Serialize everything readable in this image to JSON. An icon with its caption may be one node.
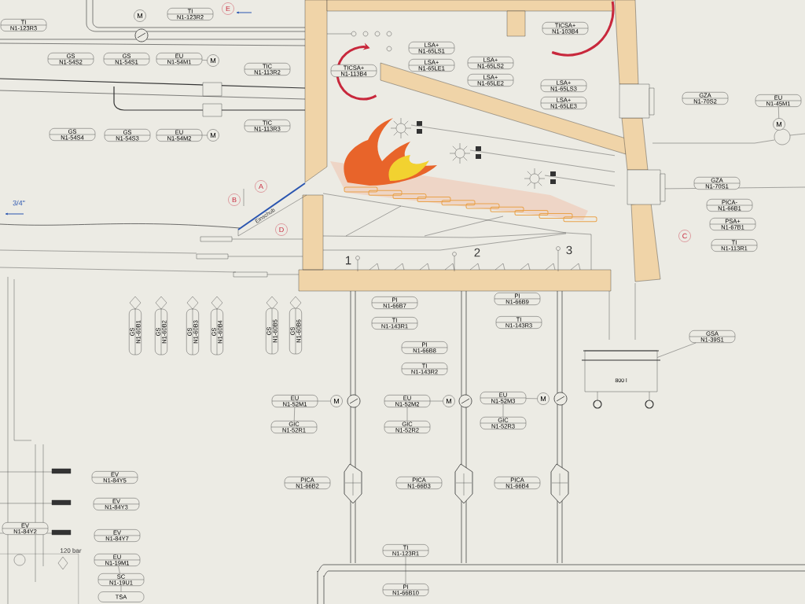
{
  "diagram": {
    "nodes": [
      {
        "text": [
          "TI",
          "N1-123R3"
        ]
      },
      {
        "text": [
          "M"
        ]
      },
      {
        "text": [
          "TI",
          "N1-123R2"
        ]
      },
      {
        "text": [
          "E"
        ]
      },
      {
        "text": [
          "TICSA+",
          "N1-103B4"
        ]
      },
      {
        "text": [
          "LSA+",
          "N1-65LS1"
        ]
      },
      {
        "text": [
          "GS",
          "N1-54S2"
        ]
      },
      {
        "text": [
          "GS",
          "N1-54S1"
        ]
      },
      {
        "text": [
          "EU",
          "N1-54M1"
        ]
      },
      {
        "text": [
          "M"
        ]
      },
      {
        "text": [
          "LSA+",
          "N1-65LE1"
        ]
      },
      {
        "text": [
          "LSA+",
          "N1-65LS2"
        ]
      },
      {
        "text": [
          "TIC",
          "N1-113R2"
        ]
      },
      {
        "text": [
          "TICSA+",
          "N1-113B4"
        ]
      },
      {
        "text": [
          "LSA+",
          "N1-65LE2"
        ]
      },
      {
        "text": [
          "LSA+",
          "N1-65LS3"
        ]
      },
      {
        "text": [
          "GZA",
          "N1-70S2"
        ]
      },
      {
        "text": [
          "EU",
          "N1-45M1"
        ]
      },
      {
        "text": [
          "LSA+",
          "N1-65LE3"
        ]
      },
      {
        "text": [
          "M"
        ]
      },
      {
        "text": [
          "TIC",
          "N1-113R3"
        ]
      },
      {
        "text": [
          "GS",
          "N1-54S4"
        ]
      },
      {
        "text": [
          "GS",
          "N1-54S3"
        ]
      },
      {
        "text": [
          "EU",
          "N1-54M2"
        ]
      },
      {
        "text": [
          "M"
        ]
      },
      {
        "text": [
          "GZA",
          "N1-70S1"
        ]
      },
      {
        "text": [
          "A"
        ]
      },
      {
        "text": [
          "B"
        ]
      },
      {
        "text": [
          "PICA-",
          "N1-66B1"
        ]
      },
      {
        "text": [
          "PSA+",
          "N1-67B1"
        ]
      },
      {
        "text": [
          "D"
        ]
      },
      {
        "text": [
          "C"
        ]
      },
      {
        "text": [
          "TI",
          "N1-113R1"
        ]
      },
      {
        "text": [
          "PI",
          "N1-66B9"
        ]
      },
      {
        "text": [
          "PI",
          "N1-66B7"
        ]
      },
      {
        "text": [
          "TI",
          "N1-143R3"
        ]
      },
      {
        "text": [
          "TI",
          "N1-143R1"
        ]
      },
      {
        "text": [
          "GS",
          "N1-60B1"
        ]
      },
      {
        "text": [
          "GS",
          "N1-60B2"
        ]
      },
      {
        "text": [
          "GS",
          "N1-60B3"
        ]
      },
      {
        "text": [
          "GS",
          "N1-60B4"
        ]
      },
      {
        "text": [
          "GS",
          "N1-60B5"
        ]
      },
      {
        "text": [
          "GS",
          "N1-60B6"
        ]
      },
      {
        "text": [
          "GSA",
          "N1-39S1"
        ]
      },
      {
        "text": [
          "PI",
          "N1-66B8"
        ]
      },
      {
        "text": [
          "TI",
          "N1-143R2"
        ]
      },
      {
        "text": [
          "800 l"
        ]
      },
      {
        "text": [
          "EU",
          "N1-52M1"
        ]
      },
      {
        "text": [
          "M"
        ]
      },
      {
        "text": [
          "EU",
          "N1-52M2"
        ]
      },
      {
        "text": [
          "M"
        ]
      },
      {
        "text": [
          "EU",
          "N1-52M3"
        ]
      },
      {
        "text": [
          "M"
        ]
      },
      {
        "text": [
          "GIC",
          "N1-52R1"
        ]
      },
      {
        "text": [
          "GIC",
          "N1-52R2"
        ]
      },
      {
        "text": [
          "GIC",
          "N1-52R3"
        ]
      },
      {
        "text": [
          "EV",
          "N1-84Y5"
        ]
      },
      {
        "text": [
          "PICA",
          "N1-66B2"
        ]
      },
      {
        "text": [
          "PICA",
          "N1-66B3"
        ]
      },
      {
        "text": [
          "PICA",
          "N1-66B4"
        ]
      },
      {
        "text": [
          "EV",
          "N1-84Y3"
        ]
      },
      {
        "text": [
          "EV",
          "N1-84Y2"
        ]
      },
      {
        "text": [
          "EV",
          "N1-84Y7"
        ]
      },
      {
        "text": [
          "TI",
          "N1-123R1"
        ]
      },
      {
        "text": [
          "EU",
          "N1-19M1"
        ]
      },
      {
        "text": [
          "SC",
          "N1-19U1"
        ]
      },
      {
        "text": [
          "PI",
          "N1-66B10"
        ]
      },
      {
        "text": [
          "TSA"
        ]
      }
    ],
    "edges": [
      {
        "from": 8,
        "to": 9,
        "arrow": "none"
      },
      {
        "from": 23,
        "to": 24,
        "arrow": "none"
      },
      {
        "from": 17,
        "to": 19,
        "arrow": "none"
      },
      {
        "from": 47,
        "to": 48,
        "arrow": "none"
      },
      {
        "from": 49,
        "to": 50,
        "arrow": "none"
      },
      {
        "from": 51,
        "to": 52,
        "arrow": "none"
      },
      {
        "from": 47,
        "to": 53,
        "arrow": "none"
      },
      {
        "from": 49,
        "to": 54,
        "arrow": "none"
      },
      {
        "from": 51,
        "to": 55,
        "arrow": "none"
      },
      {
        "from": 64,
        "to": 65,
        "arrow": "none"
      },
      {
        "from": 65,
        "to": 67,
        "arrow": "none"
      },
      {
        "from": 63,
        "to": 66,
        "arrow": "none"
      },
      {
        "from": 43,
        "to": 46,
        "arrow": "none"
      }
    ],
    "labels": [
      "3/4\"",
      "Einschub",
      "1",
      "2",
      "3",
      "120 bar"
    ]
  }
}
